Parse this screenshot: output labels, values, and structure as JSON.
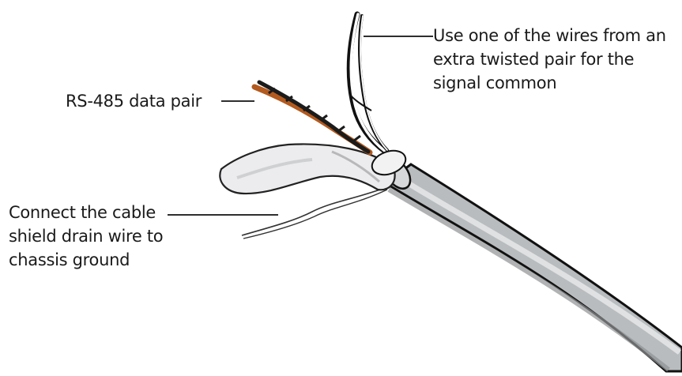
{
  "diagram": {
    "labels": {
      "signal_common": [
        "Use one of the wires from an",
        "extra twisted pair for the",
        "signal common"
      ],
      "data_pair": [
        "RS-485 data pair"
      ],
      "drain_wire": [
        "Connect the cable",
        "shield drain wire to",
        "chassis ground"
      ]
    },
    "colors": {
      "cable_jacket": "#b9bcbe",
      "foil_shield": "#ececee",
      "data_wire_orange": "#b35a1f",
      "data_wire_black": "#1b1b1b",
      "outline": "#111111"
    }
  }
}
